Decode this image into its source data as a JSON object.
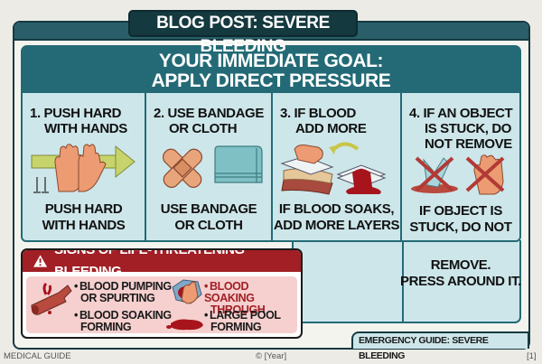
{
  "header": {
    "title": "BLOG POST: SEVERE BLEEDING"
  },
  "goal": {
    "line1": "YOUR IMMEDIATE GOAL:",
    "line2": "APPLY DIRECT PRESSURE"
  },
  "steps": [
    {
      "title_l1": "1. PUSH HARD",
      "title_l2": "WITH HANDS",
      "title_l3": "",
      "body_l1": "PUSH HARD",
      "body_l2": "WITH HANDS",
      "body_l3": "",
      "body_l4": "",
      "icon": "hands-pressure-icon"
    },
    {
      "title_l1": "2. USE BANDAGE",
      "title_l2": "OR CLOTH",
      "title_l3": "",
      "body_l1": "USE BANDAGE",
      "body_l2": "OR CLOTH",
      "body_l3": "",
      "body_l4": "",
      "icon": "bandage-cloth-icon"
    },
    {
      "title_l1": "3. IF BLOOD",
      "title_l2": "ADD MORE",
      "title_l3": "",
      "body_l1": "IF BLOOD SOAKS,",
      "body_l2": "ADD MORE LAYERS",
      "body_l3": "",
      "body_l4": "",
      "icon": "layers-icon"
    },
    {
      "title_l1": "4. IF AN OBJECT",
      "title_l2": "IS STUCK, DO",
      "title_l3": "NOT REMOVE",
      "body_l1": "IF OBJECT IS",
      "body_l2": "STUCK, DO NOT",
      "body_l3": "REMOVE.",
      "body_l4": "PRESS AROUND IT.",
      "icon": "do-not-remove-icon"
    }
  ],
  "warning": {
    "title": "SIGNS OF LIFE-THREATENING BLEEDING",
    "signs": [
      {
        "l1": "BLOOD PUMPING",
        "l2": "OR SPURTING"
      },
      {
        "l1": "BLOOD SOAKING",
        "l2": "FORMING"
      },
      {
        "l1": "BLOOD SOAKING",
        "l2": "THROUGH"
      },
      {
        "l1": "LARGE POOL",
        "l2": "FORMING"
      }
    ]
  },
  "footer": {
    "tab": "EMERGENCY GUIDE: SEVERE BLEEDING",
    "left": "MEDICAL GUIDE",
    "center": "© [Year]",
    "right": "[1]"
  },
  "colors": {
    "teal_dark": "#14393f",
    "teal": "#236a76",
    "panel": "#cde6ea",
    "red": "#a11f25",
    "pink": "#f5d0cf"
  }
}
